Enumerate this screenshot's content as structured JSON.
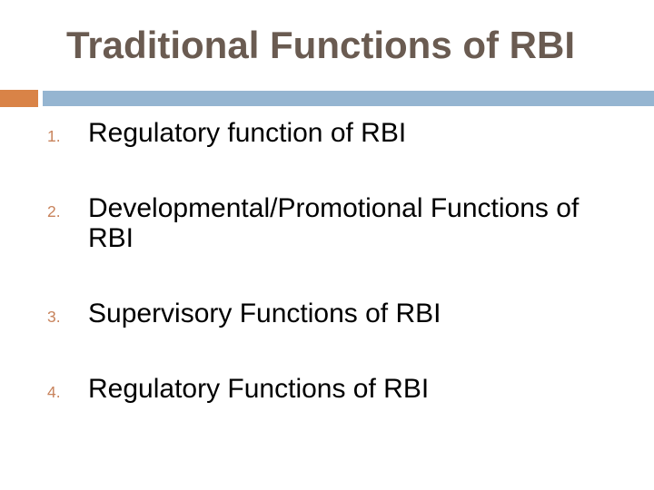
{
  "slide": {
    "title": "Traditional Functions of RBI",
    "items": [
      {
        "number": "1.",
        "text": "Regulatory function of RBI"
      },
      {
        "number": "2.",
        "text": "Developmental/Promotional Functions of RBI"
      },
      {
        "number": "3.",
        "text": "Supervisory Functions of RBI"
      },
      {
        "number": "4.",
        "text": "Regulatory Functions of RBI"
      }
    ],
    "colors": {
      "title_text": "#6a5b51",
      "body_text": "#000000",
      "list_number": "#c8835c",
      "accent_orange": "#d98347",
      "accent_blue": "#95b5d1",
      "background": "#ffffff"
    }
  }
}
